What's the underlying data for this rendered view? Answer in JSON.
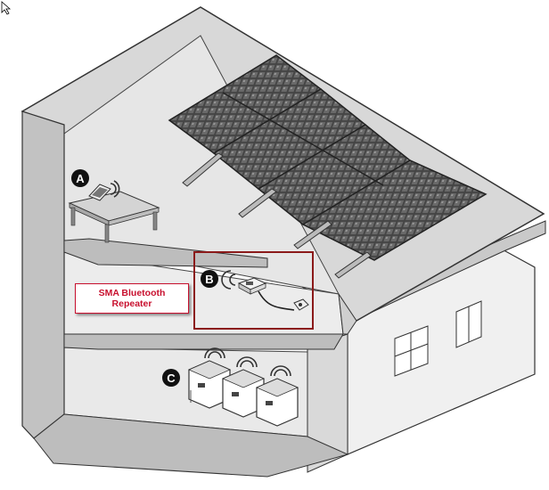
{
  "callout": {
    "line1": "SMA Bluetooth",
    "line2": "Repeater"
  },
  "badges": [
    "A",
    "B",
    "C"
  ],
  "colors": {
    "highlight_frame": "#8b1a1a",
    "callout_text": "#c8102e",
    "panel": "#4a4a4a",
    "house_wall": "#e8e8e8"
  },
  "icons": [
    "computer-icon",
    "repeater-icon",
    "inverter-icon",
    "wireless-signal-icon",
    "power-plug-icon"
  ]
}
